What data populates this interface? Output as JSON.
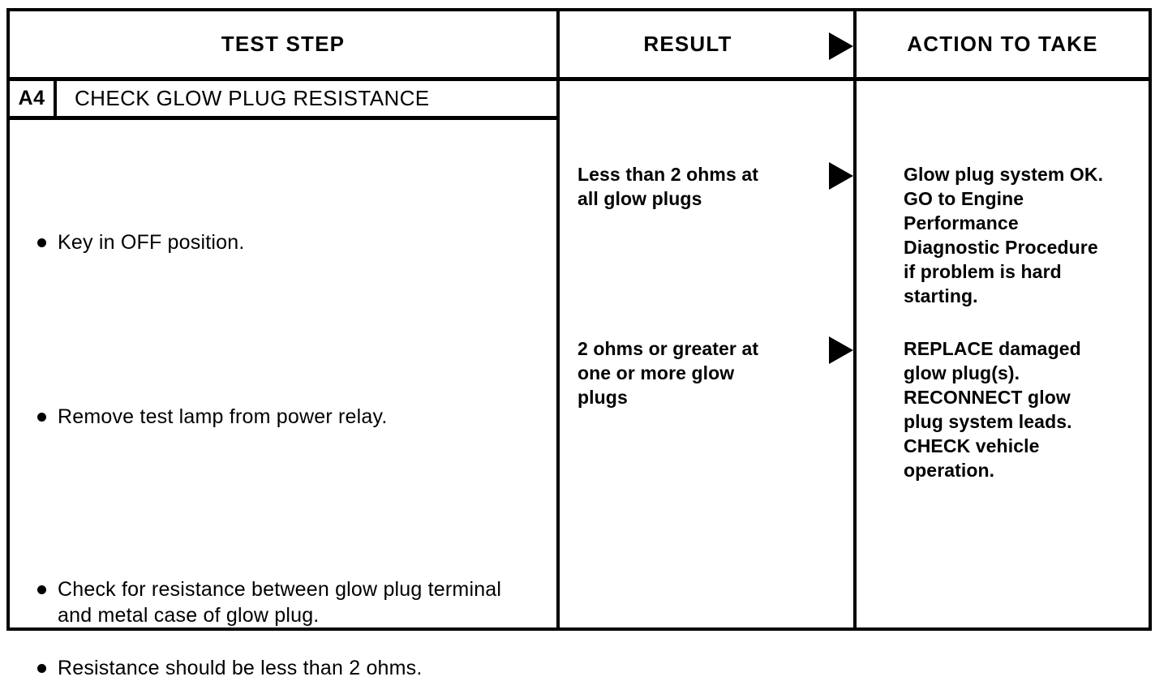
{
  "document": {
    "type": "diagnostic-pinpoint-test-table",
    "headers": {
      "test_step": "TEST STEP",
      "result": "RESULT",
      "action": "ACTION TO TAKE",
      "result_arrow_icon": "right-triangle-icon"
    },
    "step": {
      "code": "A4",
      "title": "CHECK GLOW PLUG RESISTANCE"
    },
    "test_step_bullets": [
      {
        "text": "Key in OFF position."
      },
      {
        "text": "Remove test lamp from power relay."
      },
      {
        "text": "Check for resistance between glow plug terminal\nand metal case of glow plug."
      },
      {
        "text": "Resistance should be less than 2 ohms."
      }
    ],
    "results": [
      {
        "text": "Less than 2 ohms at\nall glow plugs",
        "arrow_icon": "right-triangle-icon"
      },
      {
        "text": "2 ohms or greater at\none or more glow\nplugs",
        "arrow_icon": "right-triangle-icon"
      }
    ],
    "actions": [
      {
        "text": "Glow plug system OK.\nGO to Engine\nPerformance\nDiagnostic Procedure\nif problem is hard\nstarting."
      },
      {
        "text": "REPLACE damaged\nglow plug(s).\nRECONNECT glow\nplug system leads.\nCHECK vehicle\noperation."
      }
    ],
    "colors": {
      "ink": "#000000",
      "paper": "#ffffff"
    }
  }
}
